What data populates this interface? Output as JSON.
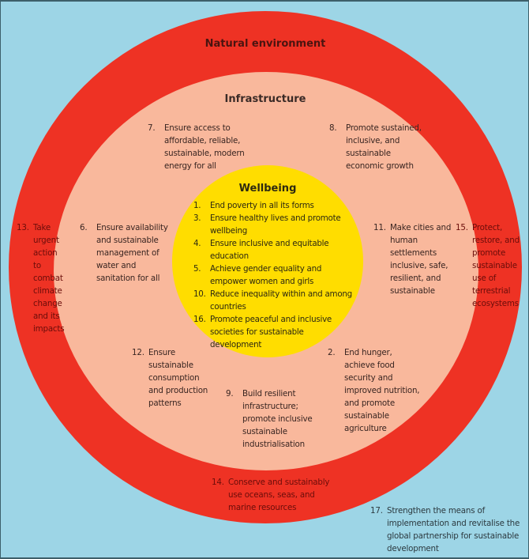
{
  "rings": {
    "outer": {
      "title": "Natural environment",
      "color": "#ee3224"
    },
    "middle": {
      "title": "Infrastructure",
      "color": "#f9b89c"
    },
    "inner": {
      "title": "Wellbeing",
      "color": "#ffdd00"
    },
    "background": "#9dd5e6"
  },
  "wellbeing_goals": [
    {
      "num": "1.",
      "text": "End poverty in all its forms"
    },
    {
      "num": "3.",
      "text": "Ensure healthy lives and promote wellbeing"
    },
    {
      "num": "4.",
      "text": "Ensure inclusive and equitable education"
    },
    {
      "num": "5.",
      "text": "Achieve gender equality and empower women and girls"
    },
    {
      "num": "10.",
      "text": "Reduce inequality within and among countries"
    },
    {
      "num": "16.",
      "text": "Promote peaceful and inclusive societies for sustainable development"
    }
  ],
  "infrastructure_goals": {
    "g7": {
      "num": "7.",
      "text": "Ensure access to affordable, reliable, sustainable, modern energy for all"
    },
    "g8": {
      "num": "8.",
      "text": "Promote sustained, inclusive, and sustainable economic growth"
    },
    "g6": {
      "num": "6.",
      "text": "Ensure availability and sustainable management of water and sanitation for all"
    },
    "g11": {
      "num": "11.",
      "text": "Make cities and human settlements inclusive, safe, resilient, and sustainable"
    },
    "g12": {
      "num": "12.",
      "text": "Ensure sustainable consumption and production patterns"
    },
    "g2": {
      "num": "2.",
      "text": "End hunger, achieve food security and improved nutrition, and promote sustainable agriculture"
    },
    "g9": {
      "num": "9.",
      "text": "Build resilient infrastructure; promote inclusive sustainable industrialisation"
    }
  },
  "environment_goals": {
    "g13": {
      "num": "13.",
      "text": "Take urgent action to combat climate change and its impacts"
    },
    "g15": {
      "num": "15.",
      "text": "Protect, restore, and promote sustainable use of terrestrial ecosystems"
    },
    "g14": {
      "num": "14.",
      "text": "Conserve and sustainably use oceans, seas, and marine resources"
    }
  },
  "outside_goals": {
    "g17": {
      "num": "17.",
      "text": "Strengthen the means of implementation and revitalise the global partnership for sustainable development"
    }
  }
}
